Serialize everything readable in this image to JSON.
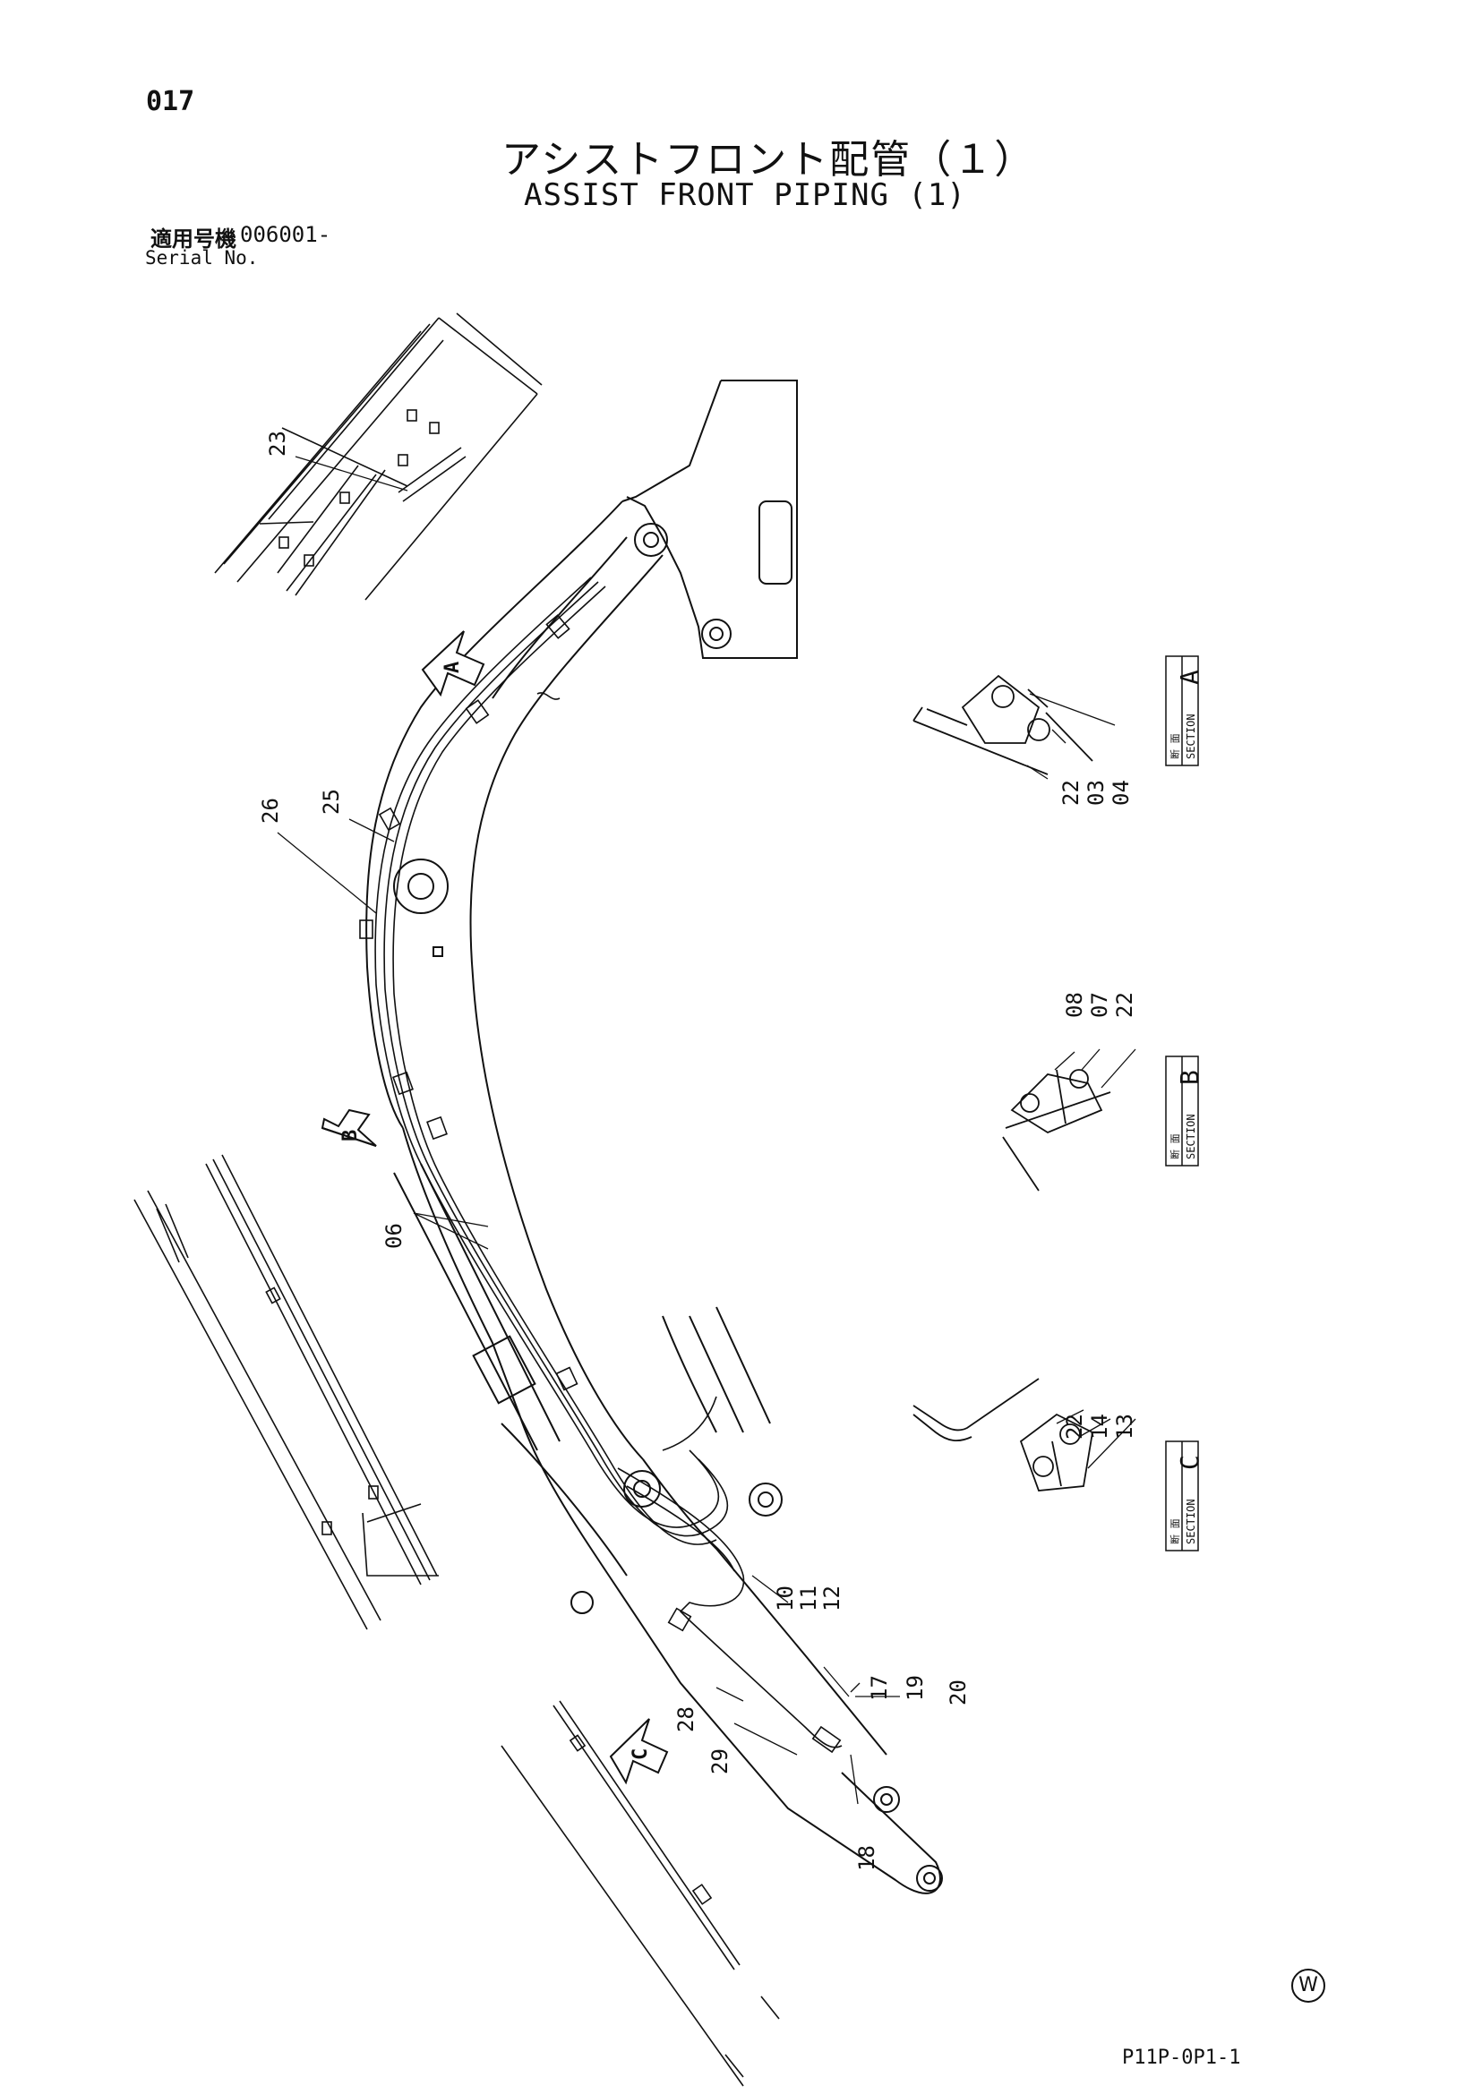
{
  "header": {
    "page_number": "017",
    "title_jp": "アシストフロント配管（１）",
    "title_en": "ASSIST FRONT PIPING (1)",
    "serial_label_jp": "適用号機",
    "serial_value": "006001-",
    "serial_label_en": "Serial No."
  },
  "sections": {
    "a": {
      "jp": "断 面",
      "en": "SECTION",
      "letter": "A"
    },
    "b": {
      "jp": "断 面",
      "en": "SECTION",
      "letter": "B"
    },
    "c": {
      "jp": "断 面",
      "en": "SECTION",
      "letter": "C"
    }
  },
  "view_arrows": {
    "a": "A",
    "b": "B",
    "c": "C"
  },
  "callouts": {
    "c23": "23",
    "c26": "26",
    "c25": "25",
    "c06": "06",
    "c10": "10",
    "c11": "11",
    "c12": "12",
    "c17": "17",
    "c19": "19",
    "c20": "20",
    "c28": "28",
    "c29": "29",
    "c18": "18",
    "a22": "22",
    "a03": "03",
    "a04": "04",
    "b08": "08",
    "b07": "07",
    "b22": "22",
    "c_22": "22",
    "c_14": "14",
    "c_13": "13"
  },
  "footer": {
    "drawing_code": "P11P-0P1-1",
    "mark": "W"
  }
}
